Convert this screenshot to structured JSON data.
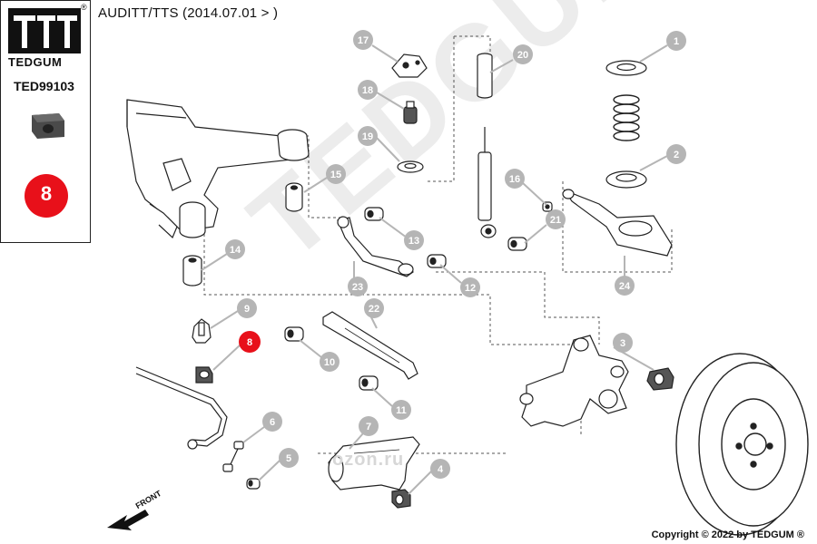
{
  "header": {
    "title": "AUDITT/TTS (2014.07.01 > )"
  },
  "sidebar": {
    "brand": "TEDGUM",
    "registered_mark": "®",
    "part_number": "TED99103",
    "highlight_number": "8",
    "highlight_color": "#e8101a"
  },
  "callouts": [
    "1",
    "2",
    "3",
    "4",
    "5",
    "6",
    "7",
    "8",
    "9",
    "10",
    "11",
    "12",
    "13",
    "14",
    "15",
    "16",
    "17",
    "18",
    "19",
    "20",
    "21",
    "22",
    "23",
    "24"
  ],
  "watermarks": {
    "tedgum": "TEDGUM",
    "ozon": "ozon.ru"
  },
  "front_label": "FRONT",
  "copyright": "Copyright © 2022 by TEDGUM ®",
  "colors": {
    "callout_gray": "#b5b5b5",
    "highlight_red": "#e8101a",
    "line_dark": "#222222"
  }
}
